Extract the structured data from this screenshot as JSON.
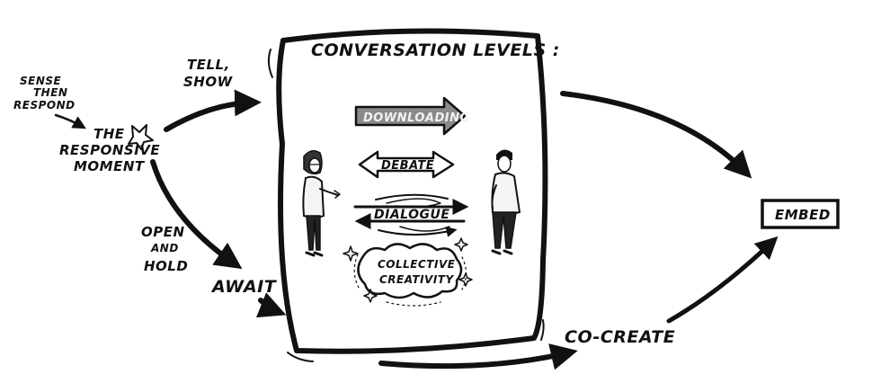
{
  "labels": {
    "sense_line1": "SENSE",
    "sense_line2": "THEN",
    "sense_line3": "RESPOND",
    "moment_line1": "THE",
    "moment_line2": "RESPONSIVE",
    "moment_line3": "MOMENT",
    "tell_line1": "TELL,",
    "tell_line2": "SHOW",
    "open_line1": "OPEN",
    "open_line2": "AND",
    "open_line3": "HOLD",
    "await": "AWAIT",
    "panel_title": "CONVERSATION LEVELS :",
    "downloading": "DOWNLOADING",
    "debate": "DEBATE",
    "dialogue": "DIALOGUE",
    "collective_line1": "COLLECTIVE",
    "collective_line2": "CREATIVITY",
    "co_create": "CO-CREATE",
    "embed": "EMBED"
  },
  "colors": {
    "ink": "#111111",
    "downloading_fill": "#8a8a8a",
    "downloading_text": "#f2f2f2",
    "background": "#ffffff"
  },
  "icons": [
    "star-burst-icon",
    "woman-figure-icon",
    "man-figure-icon",
    "sparkle-icon"
  ]
}
